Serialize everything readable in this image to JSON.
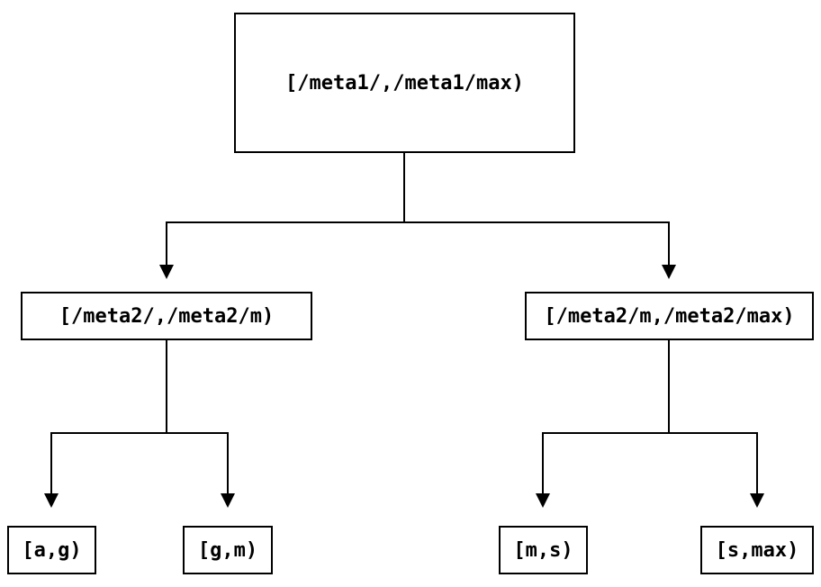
{
  "diagram": {
    "type": "tree",
    "description": "binary range-partition tree",
    "colors": {
      "background": "#ffffff",
      "line": "#000000",
      "text": "#000000",
      "node_fill": "#ffffff"
    },
    "tree": {
      "root": {
        "label": "[/meta1/,/meta1/max)",
        "children": [
          {
            "label": "[/meta2/,/meta2/m)",
            "children": [
              {
                "label": "[a,g)"
              },
              {
                "label": "[g,m)"
              }
            ]
          },
          {
            "label": "[/meta2/m,/meta2/max)",
            "children": [
              {
                "label": "[m,s)"
              },
              {
                "label": "[s,max)"
              }
            ]
          }
        ]
      }
    }
  }
}
